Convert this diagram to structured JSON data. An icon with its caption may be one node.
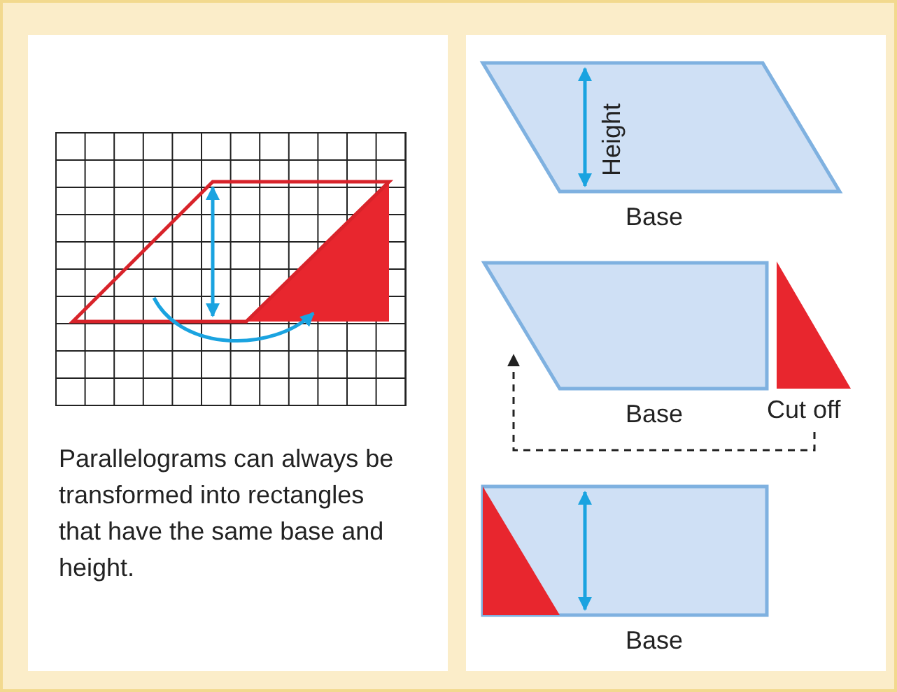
{
  "diagram": {
    "nodes": [
      {
        "text": [],
        "shape": "box"
      },
      {
        "text": [],
        "shape": "triangle",
        "beside": [
          "Cut off"
        ]
      }
    ],
    "edges": [
      {
        "from": 1,
        "to": 0,
        "arrow": "to",
        "style": "dashed"
      }
    ],
    "labels": [
      "Parallelograms can always be transformed into rectangles that have the same base and height.",
      "Height",
      "Base",
      "Base",
      "Base"
    ]
  }
}
